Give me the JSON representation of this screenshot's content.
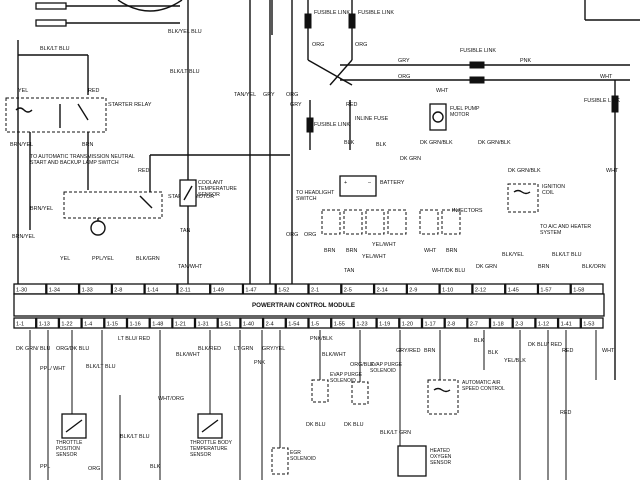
{
  "diagram": {
    "pcm_title": "POWERTRAIN CONTROL MODULE",
    "pins_top": [
      "1-30",
      "1-34",
      "1-33",
      "2-8",
      "1-14",
      "2-11",
      "1-49",
      "1-47",
      "1-52",
      "2-1",
      "2-5",
      "2-14",
      "2-9",
      "1-10",
      "2-12",
      "1-45",
      "1-57",
      "1-58"
    ],
    "pins_bottom": [
      "1-1",
      "1-13",
      "1-22",
      "1-4",
      "1-15",
      "1-16",
      "1-48",
      "1-21",
      "1-31",
      "1-51",
      "1-40",
      "2-4",
      "1-54",
      "1-5",
      "1-55",
      "1-23",
      "1-19",
      "1-20",
      "1-17",
      "2-8",
      "2-7",
      "1-18",
      "2-3",
      "1-12",
      "1-41",
      "1-53"
    ],
    "components": {
      "starter_relay": "STARTER RELAY",
      "starter_motor": "STARTER MOTOR",
      "neutral_switch": "TO AUTOMATIC TRANSMISSION NEUTRAL START AND BACKUP LAMP SWITCH",
      "coolant_sensor": "COOLANT TEMPERATURE SENSOR",
      "headlight_switch": "TO HEADLIGHT SWITCH",
      "battery": "BATTERY",
      "injectors": "INJECTORS",
      "fuel_pump": "FUEL PUMP MOTOR",
      "ignition_coil": "IGNITION COIL",
      "ac_heater": "TO A/C AND HEATER SYSTEM",
      "inline_fuse": "INLINE FUSE",
      "fusible_link": "FUSIBLE LINK",
      "throttle_position": "THROTTLE POSITION SENSOR",
      "throttle_body_temp": "THROTTLE BODY TEMPERATURE SENSOR",
      "egr_solenoid": "EGR SOLENOID",
      "evap_solenoid_1": "EVAP PURGE SOLENOID",
      "evap_solenoid_2": "EVAP PURGE SOLENOID",
      "air_speed_control": "AUTOMATIC AIR SPEED CONTROL",
      "heated_o2": "HEATED OXYGEN SENSOR"
    },
    "wires": {
      "blk_lt_blu": "BLK/LT BLU",
      "blk_yel_blu": "BLK/YEL BLU",
      "yel": "YEL",
      "red": "RED",
      "brn_yel": "BRN/YEL",
      "brn": "BRN",
      "tan_yel": "TAN/YEL",
      "gry": "GRY",
      "org": "ORG",
      "pnk": "PNK",
      "wht": "WHT",
      "blk": "BLK",
      "dk_grn": "DK GRN",
      "dk_grn_blk": "DK GRN/BLK",
      "ppl_yel": "PPL/YEL",
      "blk_grn": "BLK/GRN",
      "tan": "TAN",
      "tan_wht": "TAN/WHT",
      "yel_wht": "YEL/WHT",
      "wht_dk_blu": "WHT/DK BLU",
      "blk_yel": "BLK/YEL",
      "blk_lt_blu_2": "BLK/LT BLU",
      "blk_orn": "BLK/ORN",
      "dk_grn_blu": "DK GRN/ BLU",
      "ppl_wht": "PPL/ WHT",
      "org_dk_blu": "ORG/DK BLU",
      "blk_lt_blu_3": "BLK/LT BLU",
      "lt_blu_red": "LT BLU/ RED",
      "blk_wht": "BLK/WHT",
      "blk_red": "BLK/RED",
      "lt_grn": "LT GRN",
      "gry_yel": "GRY/YEL",
      "pnk_blk": "PNK/BLK",
      "blk_wht_2": "BLK/WHT",
      "org_blk": "ORG/BLK",
      "gry_red": "GRY/RED",
      "dk_blu": "DK BLU",
      "dk_blu_2": "DK BLU",
      "blk_lt_grn": "BLK/LT GRN",
      "yel_blk": "YEL/BLK",
      "dk_blu_red": "DK BLU/ RED",
      "wht_org": "WHT/ORG",
      "ppl": "PPL",
      "blk_lt_blu_4": "BLK/LT BLU"
    }
  }
}
